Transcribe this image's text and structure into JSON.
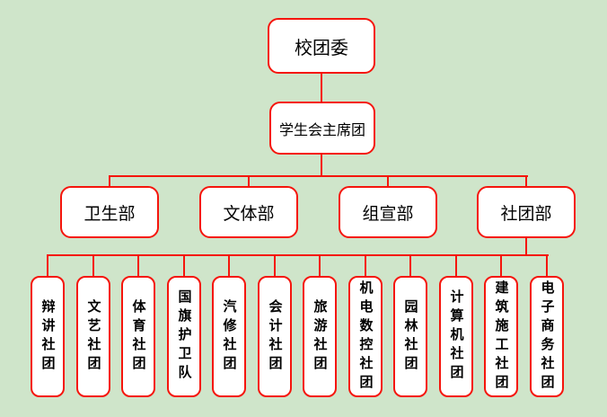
{
  "org": {
    "root": {
      "label": "校团委"
    },
    "presidium": {
      "label": "学生会主席团"
    },
    "departments": [
      {
        "label": "卫生部"
      },
      {
        "label": "文体部"
      },
      {
        "label": "组宣部"
      },
      {
        "label": "社团部"
      }
    ],
    "clubs": [
      {
        "label": "辩讲社团"
      },
      {
        "label": "文艺社团"
      },
      {
        "label": "体育社团"
      },
      {
        "label": "国旗护卫队"
      },
      {
        "label": "汽修社团"
      },
      {
        "label": "会计社团"
      },
      {
        "label": "旅游社团"
      },
      {
        "label": "机电数控社团"
      },
      {
        "label": "园林社团"
      },
      {
        "label": "计算机社团"
      },
      {
        "label": "建筑施工社团"
      },
      {
        "label": "电子商务社团"
      }
    ]
  },
  "colors": {
    "background": "#cfe5ca",
    "node_fill": "#ffffff",
    "node_border": "#f5150c",
    "connector": "#f5150c",
    "text": "#000000"
  }
}
